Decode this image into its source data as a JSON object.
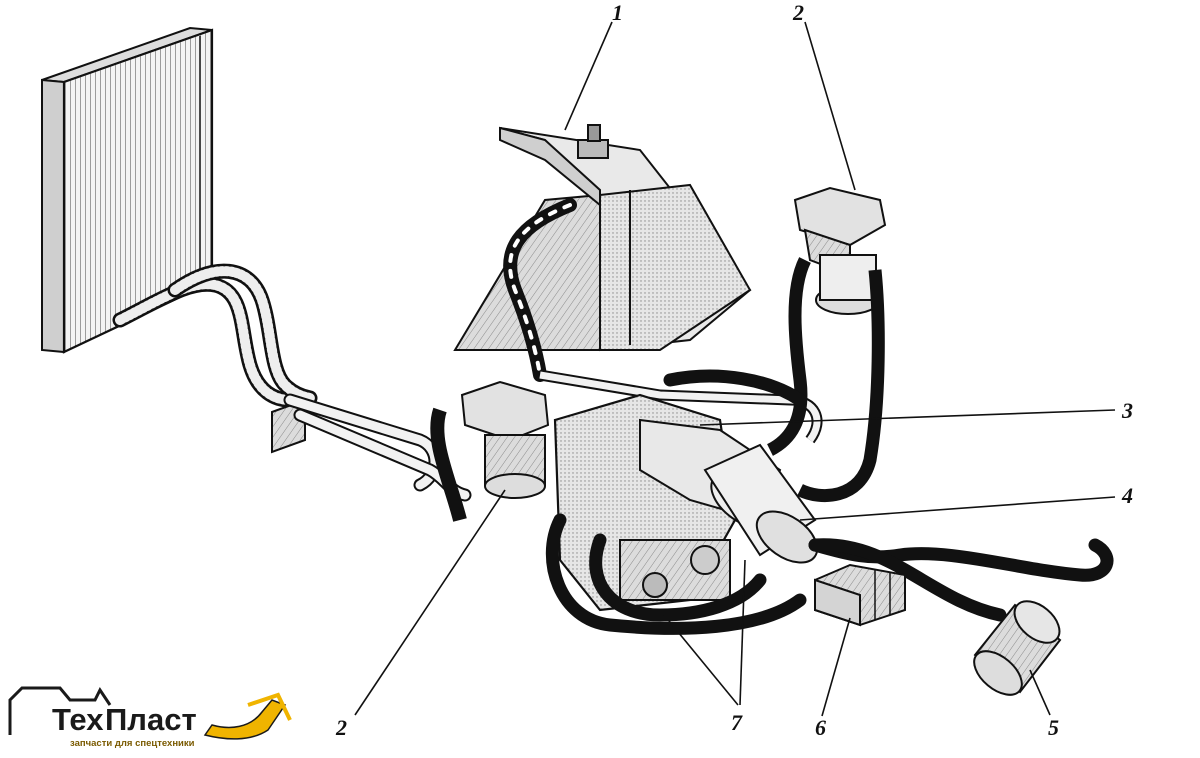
{
  "diagram": {
    "callouts": [
      {
        "id": "c1",
        "label": "1"
      },
      {
        "id": "c2a",
        "label": "2"
      },
      {
        "id": "c2b",
        "label": "2"
      },
      {
        "id": "c3",
        "label": "3"
      },
      {
        "id": "c4",
        "label": "4"
      },
      {
        "id": "c5",
        "label": "5"
      },
      {
        "id": "c6",
        "label": "6"
      },
      {
        "id": "c7",
        "label": "7"
      }
    ]
  },
  "logo": {
    "brand_part1": "Тех",
    "brand_part2": "Пласт",
    "tagline": "запчасти для спецтехники",
    "accent_color": "#f0b400",
    "text_color": "#1a1a1a"
  },
  "colors": {
    "ink": "#111111",
    "shade": "#c9c9c9",
    "light": "#ececec"
  },
  "icons": [
    "radiator",
    "oil-tank",
    "filter",
    "hydraulic-pump",
    "distributor",
    "hose",
    "excavator-logo"
  ]
}
